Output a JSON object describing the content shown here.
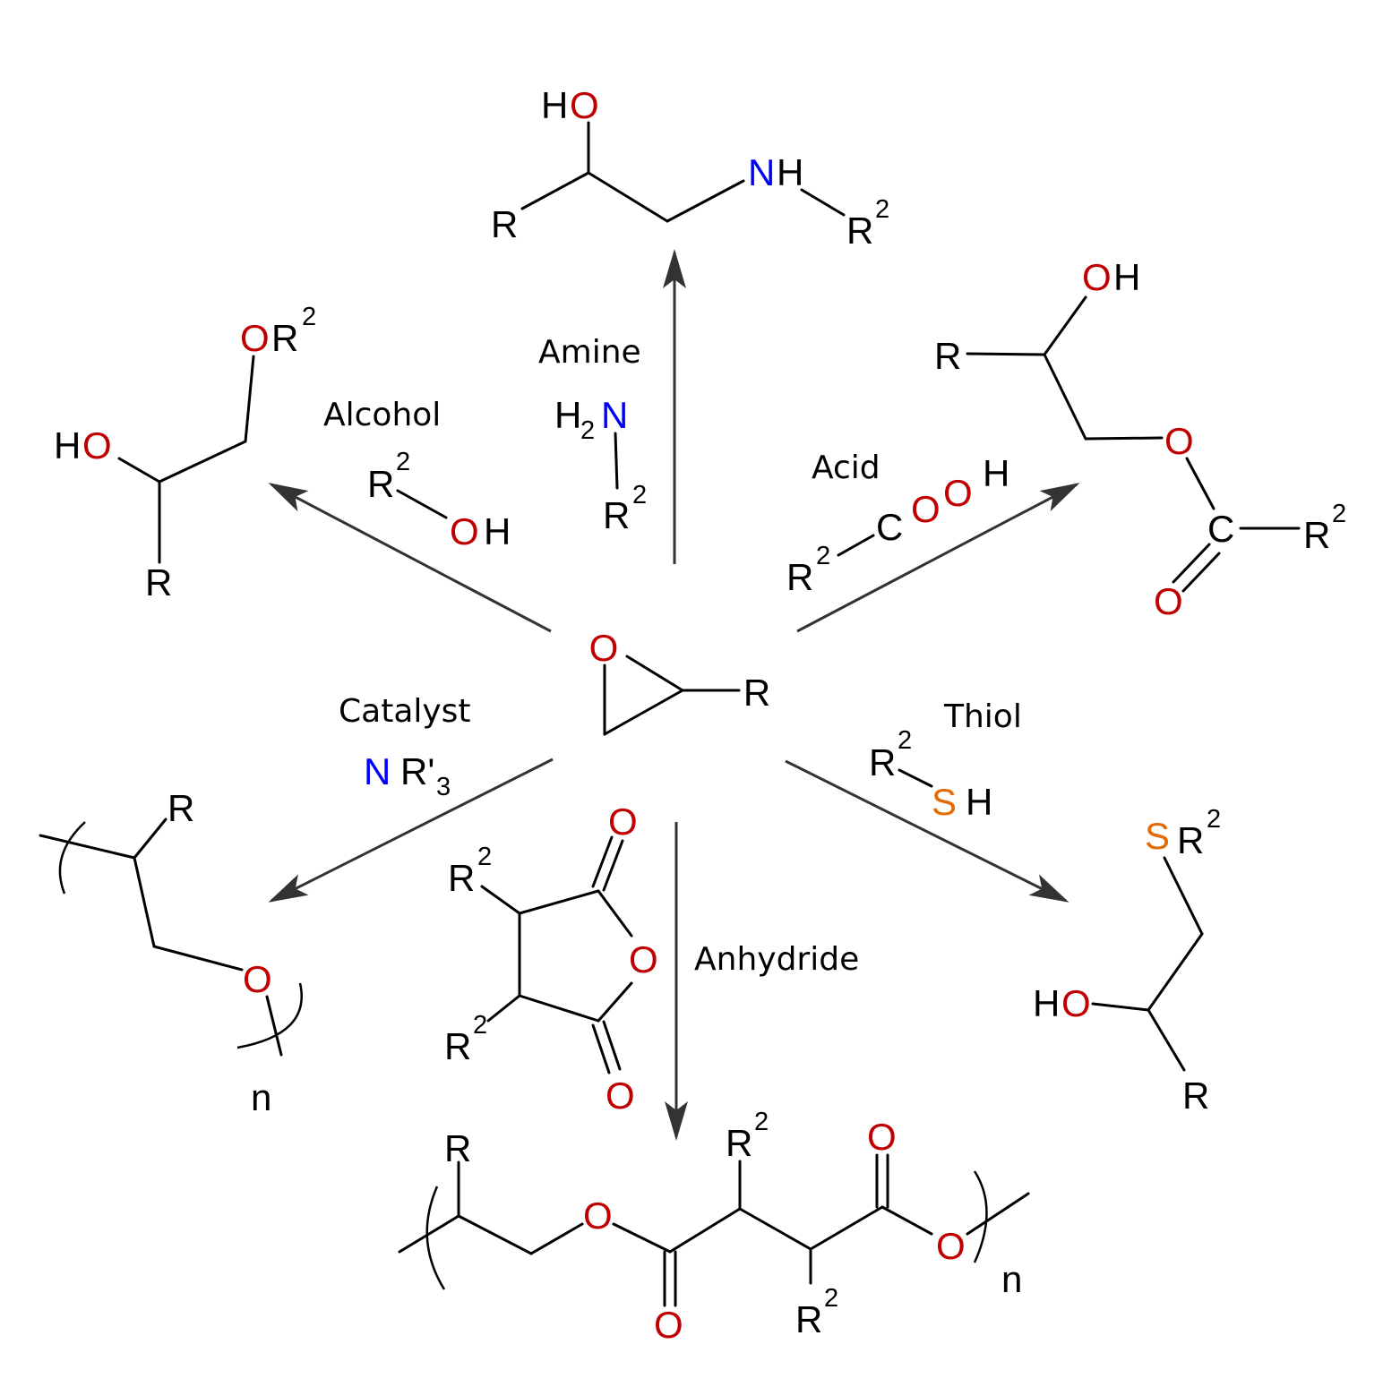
{
  "colors": {
    "carbon": "#000000",
    "oxygen": "#c00000",
    "nitrogen": "#0000ff",
    "sulfur": "#e36c09",
    "arrow": "#333333"
  },
  "reagents": {
    "amine": "Amine",
    "alcohol": "Alcohol",
    "acid": "Acid",
    "catalyst": "Catalyst",
    "thiol": "Thiol",
    "anhydride": "Anhydride"
  },
  "atoms": {
    "H": "H",
    "O": "O",
    "N": "N",
    "S": "S",
    "C": "C",
    "R": "R",
    "R_prime": "R'",
    "sup2": "2",
    "sub2": "2",
    "sub3": "3",
    "n": "n"
  }
}
